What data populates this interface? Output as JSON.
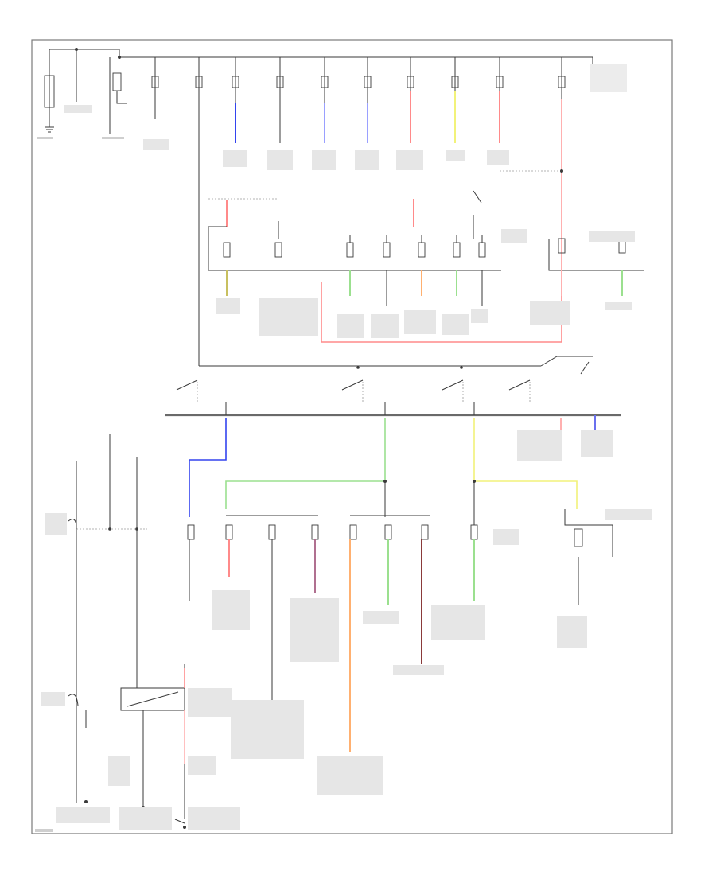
{
  "diagram": {
    "colors": {
      "blue": "#3344ee",
      "lightblue": "#9aa0ff",
      "red": "#ff8a8a",
      "pink": "#ffb0b0",
      "yellow": "#f2f27a",
      "green": "#9be08f",
      "orange": "#ffb070",
      "brown": "#8a3a3a",
      "olive": "#c8c060"
    },
    "icons": [
      "battery-symbol",
      "ground-symbol",
      "fuse-symbol",
      "relay-switch-symbol",
      "splice-dot"
    ]
  }
}
